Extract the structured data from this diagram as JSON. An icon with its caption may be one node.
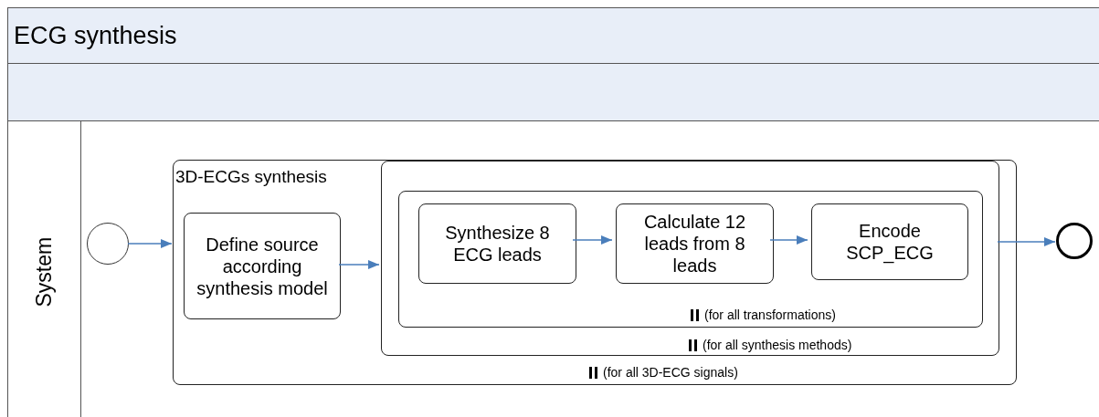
{
  "diagram": {
    "nodes": [
      {
        "text": [
          "ECG synthesis"
        ]
      },
      {
        "text": [],
        "shape": "box"
      },
      {
        "text": [
          "System"
        ]
      },
      {
        "text": [],
        "shape": "circle",
        "in": 2
      },
      {
        "text": [
          "3D-ECGs synthesis",
          "(for all 3D-ECG signals)"
        ],
        "in": 2
      },
      {
        "text": [
          "Define source according synthesis model"
        ],
        "in": 4
      },
      {
        "text": [
          "(for all synthesis methods)"
        ],
        "in": 4
      },
      {
        "text": [
          "(for all transformations)"
        ],
        "in": 6
      },
      {
        "text": [
          "Synthesize 8 ECG leads"
        ],
        "in": 7
      },
      {
        "text": [
          "Calculate 12 leads from 8 leads"
        ],
        "in": 7
      },
      {
        "text": [
          "Encode SCP_ECG"
        ],
        "in": 7
      },
      {
        "text": [],
        "shape": "circle",
        "in": 2
      }
    ],
    "edges": [
      {
        "from": 3,
        "to": 4,
        "arrow": "to"
      },
      {
        "from": 5,
        "to": 6,
        "arrow": "to"
      },
      {
        "from": 8,
        "to": 9,
        "arrow": "to"
      },
      {
        "from": 9,
        "to": 10,
        "arrow": "to"
      },
      {
        "from": 6,
        "to": 11,
        "arrow": "to"
      }
    ]
  }
}
